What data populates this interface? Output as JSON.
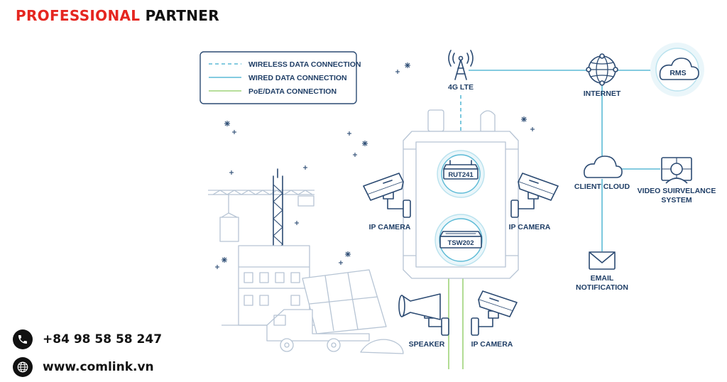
{
  "brand": {
    "accent": "PROFESSIONAL",
    "rest": "PARTNER",
    "accent_color": "#e52620"
  },
  "contact": {
    "phone": "+84 98 58 58 247",
    "website": "www.comlink.vn",
    "phone_icon": "phone-icon",
    "web_icon": "globe-icon"
  },
  "legend": {
    "wireless": "WIRELESS DATA CONNECTION",
    "wired": "WIRED DATA CONNECTION",
    "poe": "PoE/DATA CONNECTION"
  },
  "nodes": {
    "lte": "4G LTE",
    "internet": "INTERNET",
    "rms": "RMS",
    "router": "RUT241",
    "switch": "TSW202",
    "ip_camera_left": "IP CAMERA",
    "ip_camera_right": "IP CAMERA",
    "ip_camera_bottom": "IP CAMERA",
    "speaker": "SPEAKER",
    "client_cloud": "CLIENT CLOUD",
    "video_line1": "VIDEO SUIRVELANCE",
    "video_line2": "SYSTEM",
    "email_line1": "EMAIL",
    "email_line2": "NOTIFICATION"
  },
  "colors": {
    "wireless": "#5bbad6",
    "wired": "#5bbad6",
    "poe": "#9fd37a",
    "ink": "#2b4a72"
  }
}
